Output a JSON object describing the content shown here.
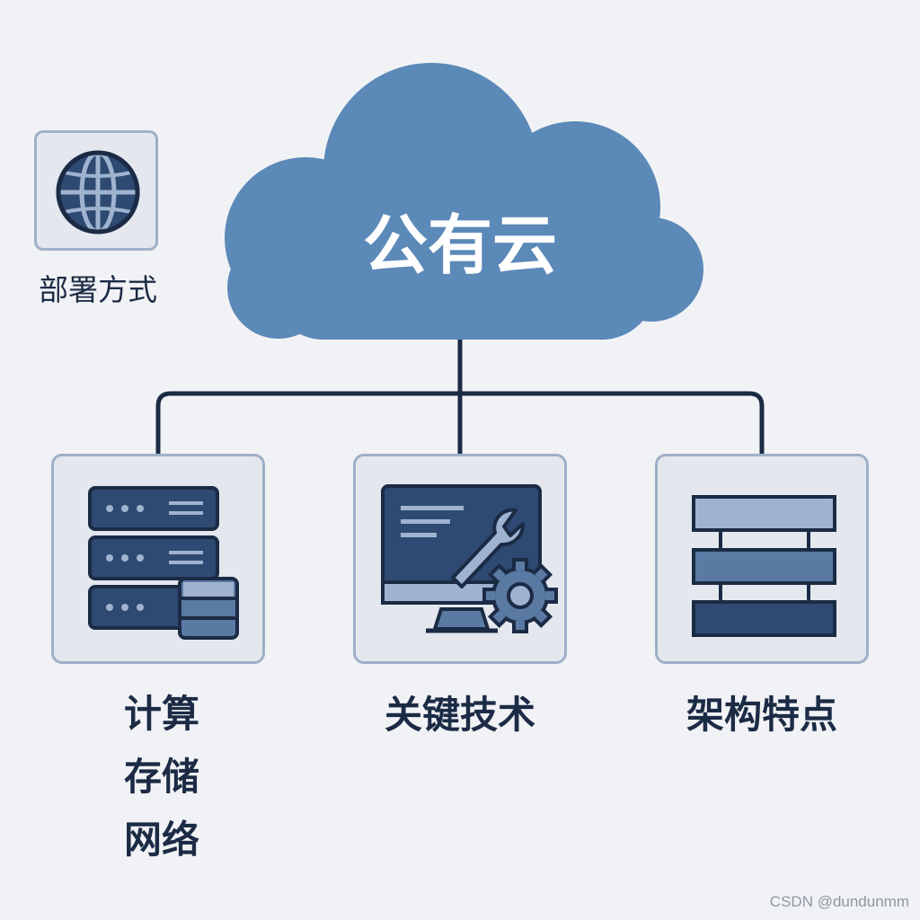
{
  "cloud": {
    "title": "公有云",
    "fill_color": "#5b89b8"
  },
  "deployment": {
    "label": "部署方式",
    "icon": "globe-icon"
  },
  "branches": [
    {
      "id": "compute",
      "icon": "server-stack-icon",
      "items": [
        "计算",
        "存储",
        "网络"
      ]
    },
    {
      "id": "tech",
      "icon": "monitor-wrench-gear-icon",
      "label": "关键技术"
    },
    {
      "id": "arch",
      "icon": "layered-architecture-icon",
      "label": "架构特点"
    }
  ],
  "colors": {
    "background": "#f1f2f5",
    "dark_navy": "#1c2b45",
    "icon_navy": "#2e4a73",
    "light_blue": "#9fb3cf",
    "mid_blue": "#5a7aa3",
    "card_fill": "#e4e8ee",
    "card_border": "#9fb0c8"
  },
  "watermark": "CSDN @dundunmm"
}
